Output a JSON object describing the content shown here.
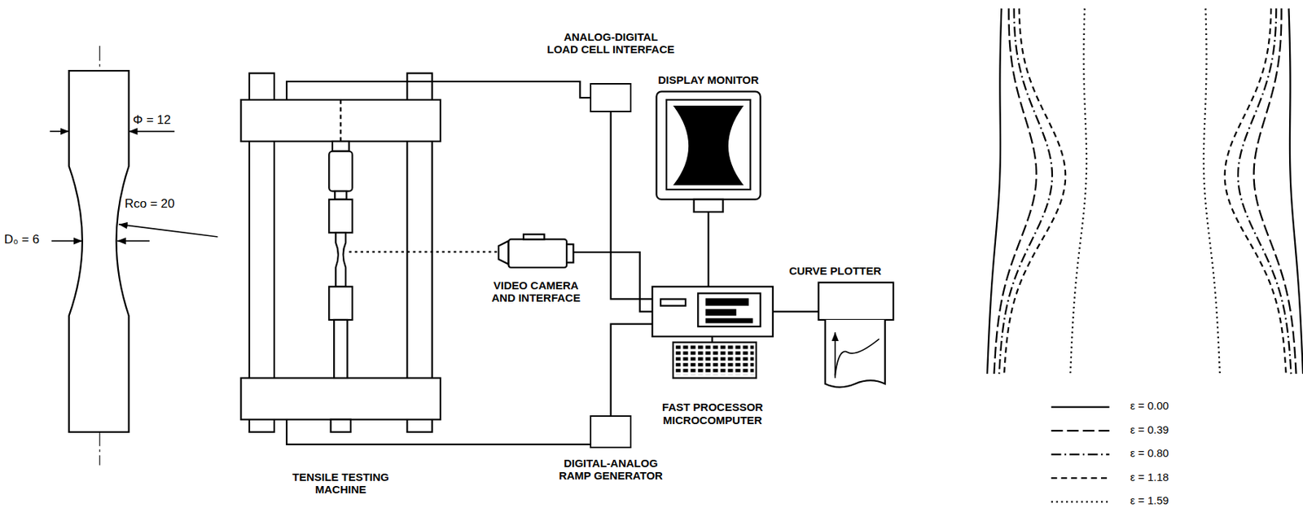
{
  "diagram": {
    "nodes": [
      {
        "text": [
          "TENSILE TESTING MACHINE"
        ]
      },
      {
        "text": [
          "ANALOG-DIGITAL LOAD CELL INTERFACE"
        ]
      },
      {
        "text": [
          "DISPLAY MONITOR"
        ]
      },
      {
        "text": [
          "VIDEO CAMERA AND INTERFACE"
        ]
      },
      {
        "text": [
          "FAST PROCESSOR MICROCOMPUTER"
        ]
      },
      {
        "text": [
          "CURVE PLOTTER"
        ]
      },
      {
        "text": [
          "DIGITAL-ANALOG RAMP GENERATOR"
        ]
      }
    ],
    "edges": [
      {
        "from": 0,
        "to": 1,
        "arrow": "none"
      },
      {
        "from": 1,
        "to": 4,
        "arrow": "none"
      },
      {
        "from": 3,
        "to": 4,
        "arrow": "none"
      },
      {
        "from": 0,
        "to": 6,
        "arrow": "none"
      },
      {
        "from": 6,
        "to": 4,
        "arrow": "none"
      },
      {
        "from": 2,
        "to": 4,
        "arrow": "none"
      },
      {
        "from": 4,
        "to": 5,
        "arrow": "none"
      }
    ],
    "labels": [
      "Φ = 12",
      "Rco = 20",
      "D₀ = 6"
    ],
    "legend": [
      {
        "text": "ε = 0.00"
      },
      {
        "text": "ε = 0.39"
      },
      {
        "text": "ε = 0.80"
      },
      {
        "text": "ε = 1.18"
      },
      {
        "text": "ε = 1.59"
      }
    ]
  }
}
